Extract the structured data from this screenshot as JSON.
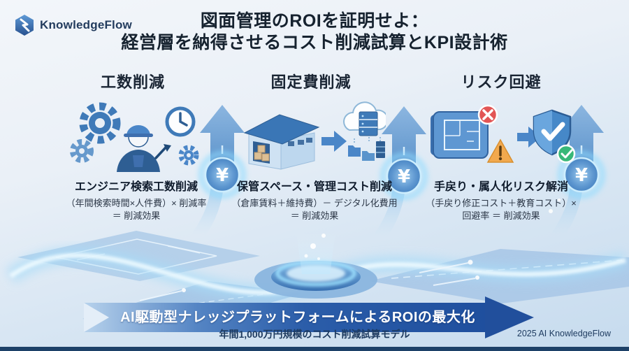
{
  "brand": {
    "name": "KnowledgeFlow",
    "logo_icon": "hexagon-k-icon"
  },
  "title": {
    "line1": "図面管理のROIを証明せよ：",
    "line2": "経営層を納得させるコスト削減試算とKPI設計術"
  },
  "columns": [
    {
      "header": "工数削減",
      "icon": "engineer-gears-clock-icon",
      "result_title": "エンジニア検索工数削減",
      "formula_line1": "（年間検索時間×人件費）× 削減率",
      "formula_line2": "＝ 削減効果"
    },
    {
      "header": "固定費削減",
      "icon": "warehouse-to-cloud-icon",
      "result_title": "保管スペース・管理コスト削減",
      "formula_line1": "（倉庫賃料＋維持費）－ デジタル化費用",
      "formula_line2": "＝ 削減効果"
    },
    {
      "header": "リスク回避",
      "icon": "blueprint-risk-to-shield-icon",
      "result_title": "手戻り・属人化リスク解消",
      "formula_line1": "（手戻り修正コスト＋教育コスト）×",
      "formula_line2": "回避率 ＝ 削減効果"
    }
  ],
  "yen": {
    "symbol": "¥"
  },
  "banner": {
    "label": "AI駆動型ナレッジプラットフォームによるROIの最大化"
  },
  "footer": {
    "model_note": "年間1,000万円規模のコスト削減試算モデル",
    "credit": "2025 AI KnowledgeFlow"
  },
  "colors": {
    "accent_blue": "#2b5da9",
    "deep_navy": "#16222f",
    "glow_cyan": "#8fdcff",
    "road_blue": "#b5d0ea",
    "alert_red": "#e25555",
    "warn_orange": "#f2a94e",
    "ok_green": "#38b878"
  }
}
